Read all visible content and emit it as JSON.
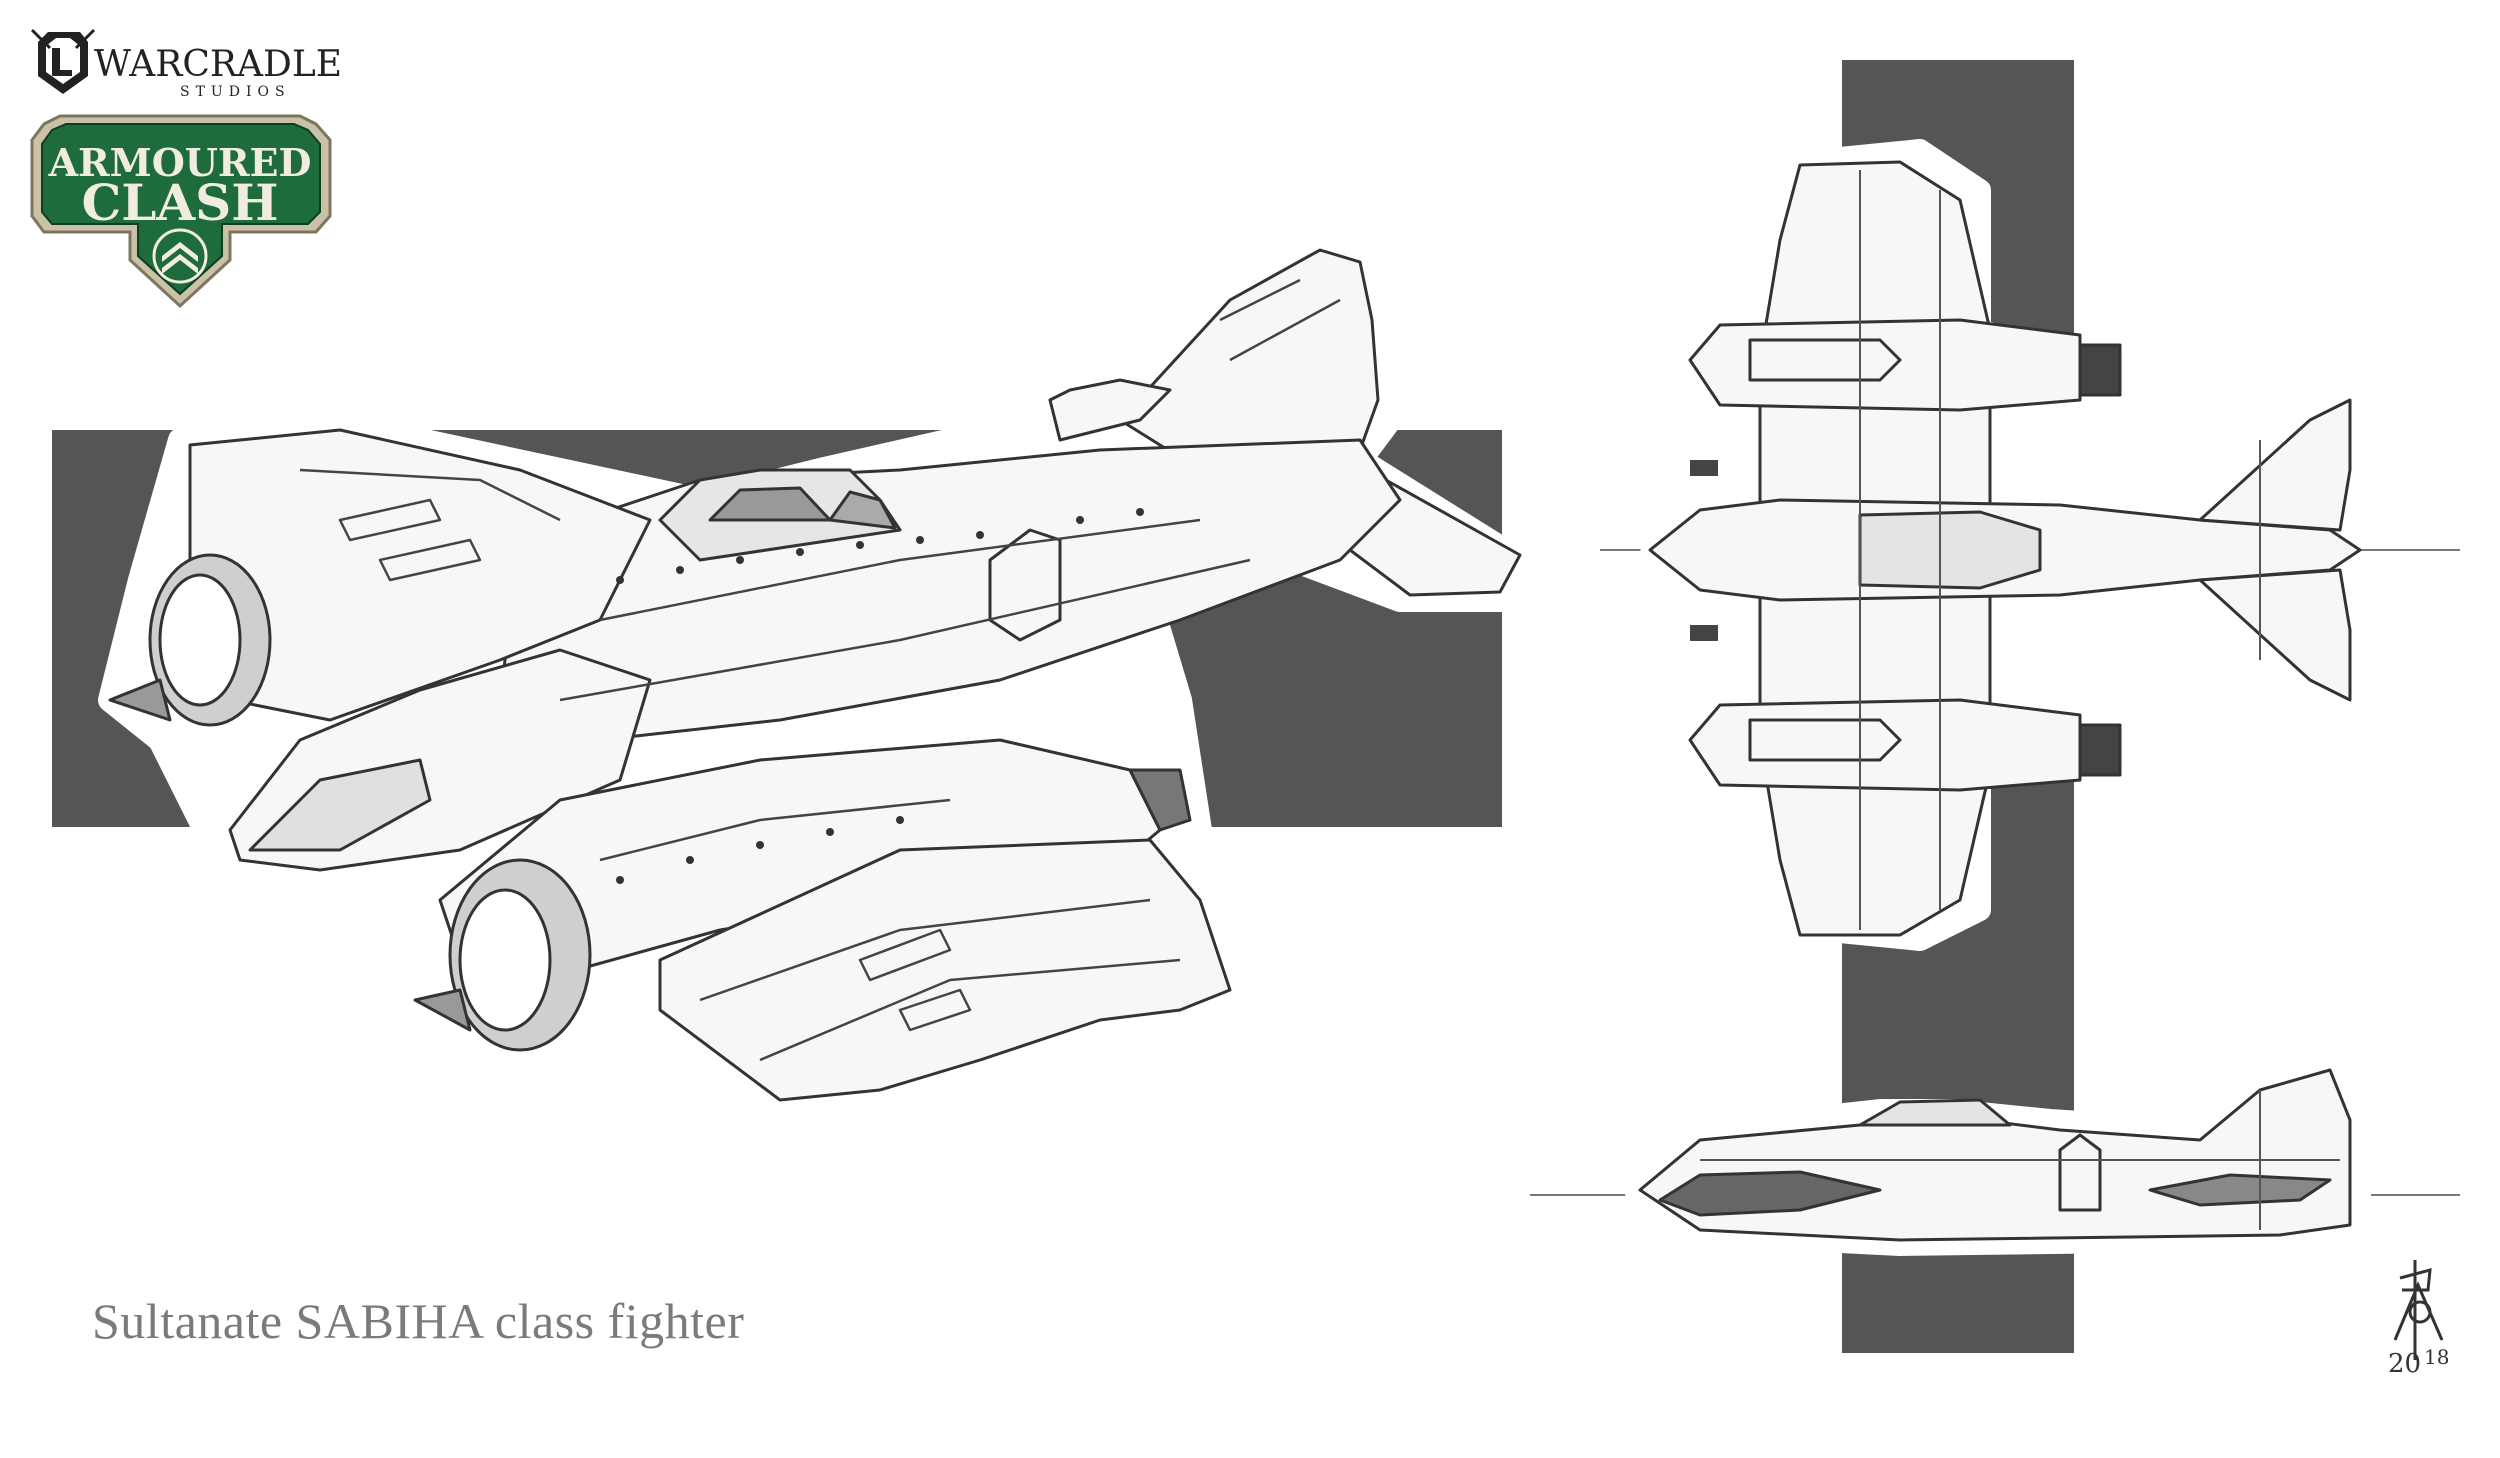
{
  "brand": {
    "studio_name": "WARCRADLE",
    "studio_sub": "STUDIOS",
    "game_line1": "ARMOURED",
    "game_line2": "CLASH"
  },
  "caption": "Sultanate SABIHA class fighter",
  "signature": {
    "year_left": "20",
    "year_right": "18"
  },
  "colors": {
    "band": "#555555",
    "logo_green": "#1e6b3c",
    "logo_border": "#c9c2a6",
    "ink": "#3a3a3a",
    "caption": "#7a7a7a"
  }
}
